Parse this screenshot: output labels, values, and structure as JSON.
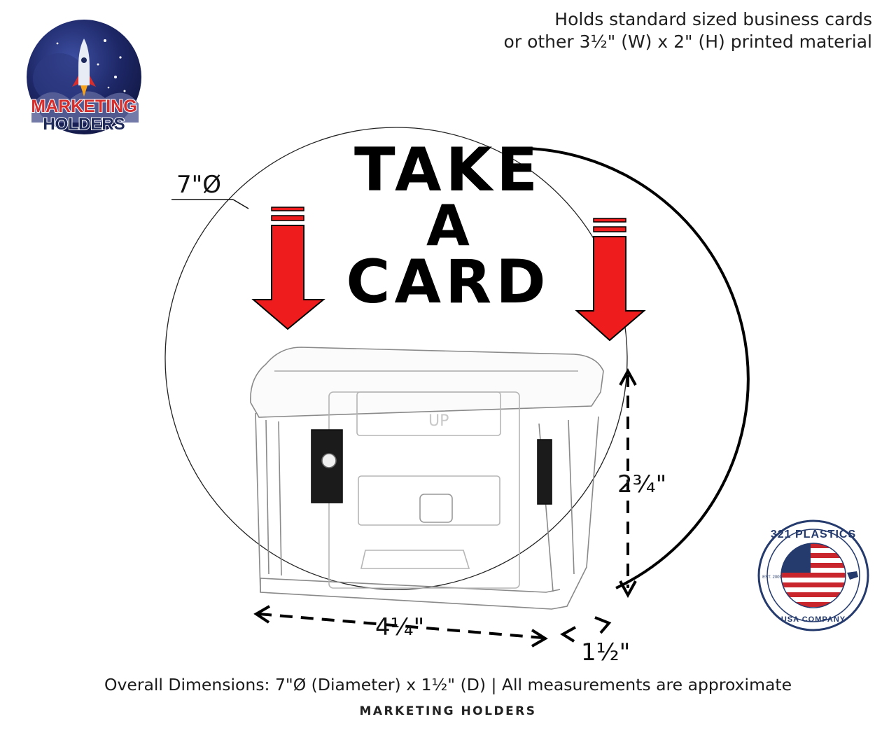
{
  "header_note": {
    "line1": "Holds standard sized business cards",
    "line2": "or other 3½\" (W) x 2\" (H) printed material"
  },
  "logo": {
    "line1": "MARKETING",
    "line2": "HOLDERS",
    "icon": "rocket-icon"
  },
  "sign": {
    "word1": "TAKE",
    "word2": "A",
    "word3": "CARD"
  },
  "dimensions": {
    "diameter": "7\"Ø",
    "height": "2¾\"",
    "width": "4¼\"",
    "depth": "1½\""
  },
  "badge": {
    "brand": "321 PLASTICS",
    "sub": "USA COMPANY",
    "est": "EST. 2009"
  },
  "footer": {
    "dims": "Overall Dimensions: 7\"Ø (Diameter) x 1½\" (D)   |   All measurements are approximate",
    "brand": "MARKETING HOLDERS"
  },
  "colors": {
    "arrow_red": "#ee1c1c",
    "logo_red": "#d62d2d",
    "logo_navy": "#1f2a5c",
    "badge_navy": "#253b6e"
  }
}
